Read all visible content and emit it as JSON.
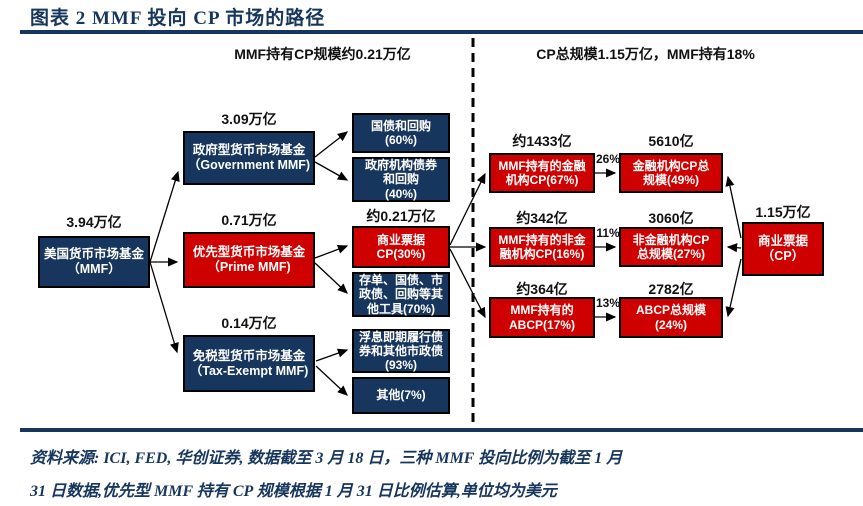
{
  "title": "图表 2  MMF 投向 CP 市场的路径",
  "colors": {
    "navy": "#17365D",
    "red": "#CE0000",
    "divider": "#000000"
  },
  "headers": {
    "left": "MMF持有CP规模约0.21万亿",
    "right": "CP总规模1.15万亿，MMF持有18%"
  },
  "nodes": {
    "mmf": {
      "value": "3.94万亿",
      "label": "美国货币市场基金\n（MMF）"
    },
    "gov": {
      "value": "3.09万亿",
      "label": "政府型货币市场基金\n（Government MMF)"
    },
    "prime": {
      "value": "0.71万亿",
      "label": "优先型货币市场基金\n（Prime MMF)"
    },
    "tax_exempt": {
      "value": "0.14万亿",
      "label": "免税型货币市场基金\n（Tax-Exempt MMF)"
    },
    "gov_treasury": {
      "label": "国债和回购\n(60%)"
    },
    "gov_agency": {
      "label": "政府机构债券\n和回购\n(40%)"
    },
    "prime_cp": {
      "value": "约0.21万亿",
      "label": "商业票据\nCP(30%)"
    },
    "prime_other": {
      "label": "存单、国债、市\n政债、回购等其\n他工具(70%)"
    },
    "tax_vrdn": {
      "label": "浮息即期履行债\n券和其他市政债\n(93%)"
    },
    "tax_other": {
      "label": "其他(7%)"
    },
    "mmf_fin_cp": {
      "value": "约1433亿",
      "label": "MMF持有的金融\n机构CP(67%)"
    },
    "mmf_nonfin_cp": {
      "value": "约342亿",
      "label": "MMF持有的非金\n融机构CP(16%)"
    },
    "mmf_abcp": {
      "value": "约364亿",
      "label": "MMF持有的\nABCP(17%)"
    },
    "fin_cp_total": {
      "value": "5610亿",
      "label": "金融机构CP总\n规模(49%)"
    },
    "nonfin_cp_total": {
      "value": "3060亿",
      "label": "非金融机构CP\n总规模(27%)"
    },
    "abcp_total": {
      "value": "2782亿",
      "label": "ABCP总规模\n(24%)"
    },
    "cp_market": {
      "value": "1.15万亿",
      "label": "商业票据\n（CP）"
    }
  },
  "flow_percents": {
    "financial": "26%",
    "nonfinancial": "11%",
    "abcp": "13%"
  },
  "source_note": {
    "line1": "资料来源: ICI, FED, 华创证券, 数据截至 3 月 18 日，三种 MMF 投向比例为截至 1 月",
    "line2": "31 日数据,优先型 MMF 持有 CP 规模根据 1 月 31 日比例估算,单位均为美元"
  }
}
